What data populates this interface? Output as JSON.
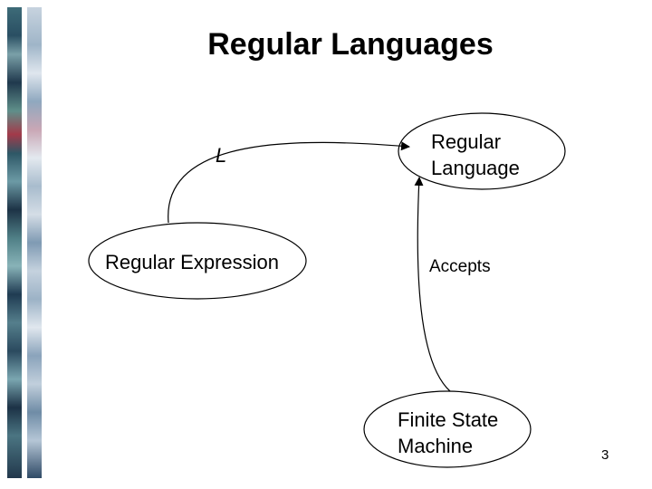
{
  "slide": {
    "title": "Regular Languages",
    "page_number": "3"
  },
  "nodes": {
    "regular_expression": "Regular Expression",
    "regular_language": {
      "line1": "Regular",
      "line2": "Language"
    },
    "finite_state_machine": {
      "line1": "Finite State",
      "line2": "Machine"
    }
  },
  "edges": {
    "expression_to_language": "L",
    "machine_to_language": "Accepts"
  }
}
